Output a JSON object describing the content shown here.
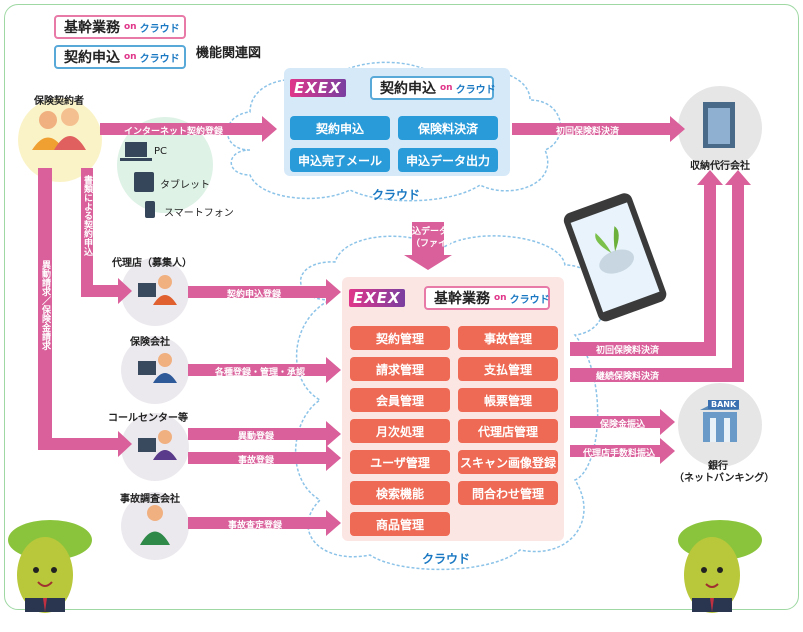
{
  "legend": {
    "core": {
      "main": "基幹業務",
      "on": "on",
      "cloud": "クラウド"
    },
    "contract": {
      "main": "契約申込",
      "on": "on",
      "cloud": "クラウド"
    },
    "title": "機能関連図"
  },
  "logo_text": "EXEX",
  "top_cloud": {
    "header": {
      "main": "契約申込",
      "on": "on",
      "cloud": "クラウド"
    },
    "buttons": [
      "契約申込",
      "保険料決済",
      "申込完了メール",
      "申込データ出力"
    ],
    "label": "クラウド"
  },
  "bottom_cloud": {
    "header": {
      "main": "基幹業務",
      "on": "on",
      "cloud": "クラウド"
    },
    "buttons": [
      "契約管理",
      "事故管理",
      "請求管理",
      "支払管理",
      "会員管理",
      "帳票管理",
      "月次処理",
      "代理店管理",
      "ユーザ管理",
      "スキャン画像登録",
      "検索機能",
      "問合わせ管理",
      "商品管理"
    ],
    "label": "クラウド"
  },
  "actors": {
    "policyholder": "保険契約者",
    "agency": "代理店（募集人）",
    "insurer": "保険会社",
    "callcenter": "コールセンター等",
    "investigator": "事故調査会社",
    "payment_agent": "収納代行会社",
    "bank_line1": "銀行",
    "bank_line2": "（ネットバンキング）"
  },
  "devices": [
    "PC",
    "タブレット",
    "スマートフォン"
  ],
  "bank_sign": "BANK",
  "arrows": {
    "internet": "インターネット契約登録",
    "first_payment_top": "初回保険料決済",
    "data_link_line1": "申込データ連携",
    "data_link_line2": "（ファイル）",
    "paper_application": "書類による契約申込",
    "change_claim": "異動請求／保険金請求",
    "agency_register": "契約申込登録",
    "insurer_register": "各種登録・管理・承認",
    "change_register": "異動登録",
    "accident_register": "事故登録",
    "accident_check": "事故査定登録",
    "first_payment": "初回保険料決済",
    "renewal_payment": "継続保険料決済",
    "claim_transfer": "保険金振込",
    "agency_fee_transfer": "代理店手数料振込"
  },
  "colors": {
    "arrow": "#d9609a",
    "blue_button": "#2a9bd9",
    "red_button": "#ee6a54",
    "cloud_label": "#1a78c2"
  }
}
